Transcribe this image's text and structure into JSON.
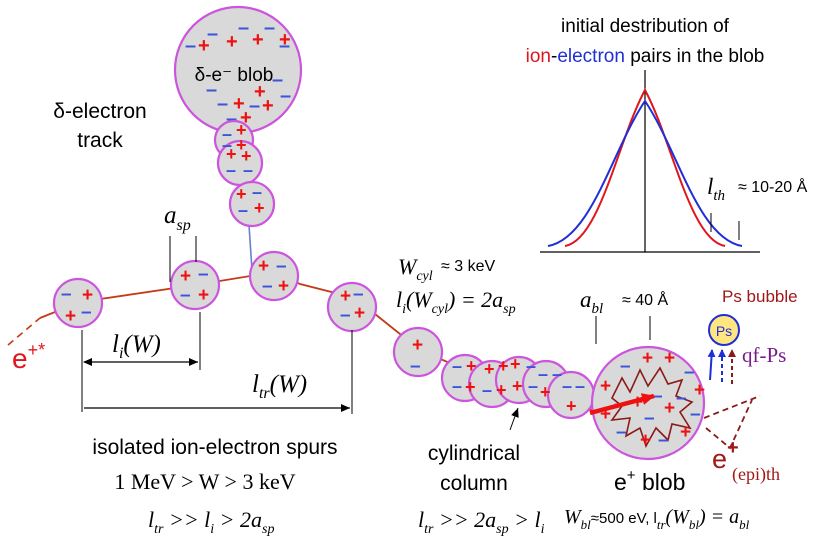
{
  "colors": {
    "ion": "#e0161b",
    "electron": "#1f2fd6",
    "track": "#c43a16",
    "blob_fill": "#d9d9d9",
    "blob_edge": "#cc55dd",
    "bubble_text": "#a01818",
    "qf_ps": "#7a1a8a"
  },
  "labels": {
    "distribution_title_line1": "initial destribution of",
    "distribution_ion": "ion",
    "distribution_dash": "-",
    "distribution_electron": "electron",
    "distribution_rest": " pairs in the blob",
    "delta_blob": "δ-e⁻ blob",
    "delta_track_1": "δ-electron",
    "delta_track_2": "track",
    "l_th_symbol": "l",
    "l_th_sub": "th",
    "l_th_value": "≈ 10-20 Å",
    "a_sp_symbol": "a",
    "a_sp_sub": "sp",
    "W_cyl_symbol": "W",
    "W_cyl_sub": "cyl",
    "W_cyl_value": "≈ 3 keV",
    "li_cyl_eq": "l",
    "li_cyl_sub": "i",
    "li_cyl_arg": "(W",
    "li_cyl_arg_sub": "cyl",
    "li_cyl_rhs": ") = 2a",
    "li_cyl_rhs_sub": "sp",
    "a_bl_symbol": "a",
    "a_bl_sub": "bl",
    "a_bl_value": "≈ 40 Å",
    "ps_bubble": "Ps bubble",
    "ps": "Ps",
    "qf_ps": "qf-Ps",
    "positron_fast": "e",
    "positron_fast_sup": "+*",
    "li_W": "l",
    "li_W_sub": "i",
    "li_W_arg": "(W)",
    "ltr_W": "l",
    "ltr_W_sub": "tr",
    "ltr_W_arg": "(W)",
    "isolated_title": "isolated ion-electron spurs",
    "isolated_range": "1 MeV > W > 3 keV",
    "isolated_cond_l": "l",
    "isolated_cond_tr": "tr",
    "isolated_cond_mid": " >> l",
    "isolated_cond_i": "i",
    "isolated_cond_rhs": " > 2a",
    "isolated_cond_sp": "sp",
    "cyl_1": "cylindrical",
    "cyl_2": "column",
    "cyl_cond_l": "l",
    "cyl_cond_tr": "tr",
    "cyl_cond_mid": " >> 2a",
    "cyl_cond_sp": "sp",
    "cyl_cond_rhs": " > l",
    "cyl_cond_i": "i",
    "e_blob": "e",
    "e_blob_sup": "+",
    "e_blob_rest": " blob",
    "W_bl_symbol": "W",
    "W_bl_sub": "bl",
    "W_bl_value": "≈500 eV,  l",
    "W_bl_tr": "tr",
    "W_bl_arg": "(W",
    "W_bl_arg_sub": "bl",
    "W_bl_rhs": ") = a",
    "W_bl_rhs_sub": "bl",
    "epi_e": "e",
    "epi_sup": "+",
    "epi_sub": "(epi)th"
  }
}
